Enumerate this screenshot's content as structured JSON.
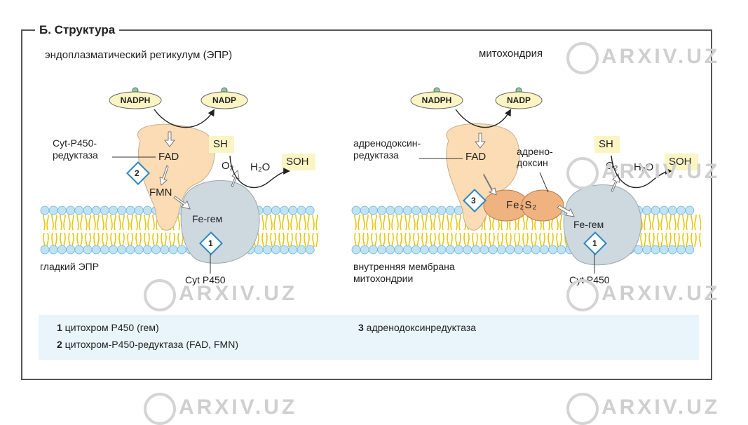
{
  "section_title": "Б. Структура",
  "er": {
    "heading": "эндоплазматический ретикулум (ЭПР)",
    "nadph": "NADPH",
    "nadp": "NADP",
    "reductase_label": "Cyt-P450-\nредуктаза",
    "fad": "FAD",
    "fmn": "FMN",
    "badge_reductase": "2",
    "sh": "SH",
    "o2": "O₂",
    "h2o": "H₂O",
    "soh": "SOH",
    "heme": "Fe-гем",
    "badge_cyt": "1",
    "cyt_label": "Cyt P450",
    "membrane_label": "гладкий ЭПР"
  },
  "mito": {
    "heading": "митохондрия",
    "nadph": "NADPH",
    "nadp": "NADP",
    "reductase_label": "адренодоксин-\nредуктаза",
    "fad": "FAD",
    "adrenodoxin_label": "адрено-\nдоксин",
    "badge_reductase": "3",
    "fe2s2": "Fe₂S₂",
    "sh": "SH",
    "o2": "O₂",
    "h2o": "H₂O",
    "soh": "SOH",
    "heme": "Fe-гем",
    "badge_cyt": "1",
    "cyt_label": "Cyt P450",
    "membrane_label": "внутренняя мембрана\nмитохондрии"
  },
  "legend": {
    "item1_num": "1",
    "item1_text": " цитохром P450 (гем)",
    "item2_num": "2",
    "item2_text": " цитохром-P450-редуктаза (FAD, FMN)",
    "item3_num": "3",
    "item3_text": " адренодоксинредуктаза"
  },
  "watermark": "ARXIV.UZ",
  "colors": {
    "membrane_head": "#bfe3f5",
    "membrane_tail": "#f2d31c",
    "reductase": "#fbdcb4",
    "adrenodoxin": "#f0b27f",
    "cyt": "#cdd8df",
    "cofactor": "#fbf5c4",
    "legend_bg": "#e9f4fb"
  }
}
